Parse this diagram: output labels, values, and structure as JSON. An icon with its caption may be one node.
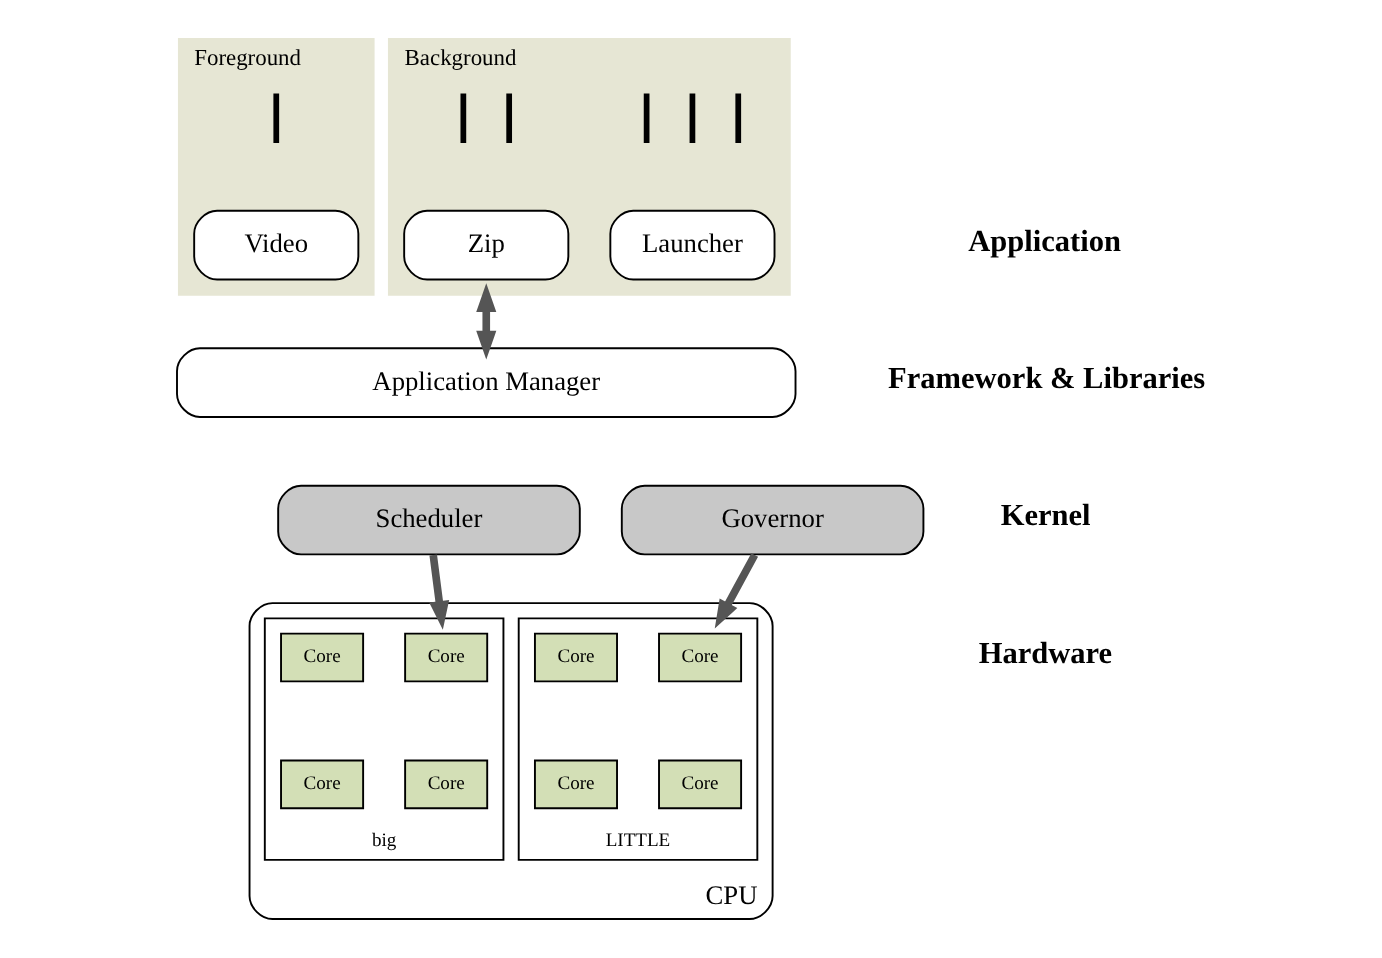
{
  "diagram": {
    "nodes": [
      {
        "text": [
          "Foreground"
        ]
      },
      {
        "text": [],
        "shape": "squiggle",
        "in": 0
      },
      {
        "text": [
          "Video"
        ],
        "in": 0
      },
      {
        "text": [
          "Background"
        ]
      },
      {
        "text": [],
        "shape": "squiggle",
        "in": 3
      },
      {
        "text": [],
        "shape": "squiggle",
        "in": 3
      },
      {
        "text": [],
        "shape": "squiggle",
        "in": 3
      },
      {
        "text": [],
        "shape": "squiggle",
        "in": 3
      },
      {
        "text": [],
        "shape": "squiggle",
        "in": 3
      },
      {
        "text": [
          "Zip"
        ],
        "in": 3
      },
      {
        "text": [
          "Launcher"
        ],
        "in": 3
      },
      {
        "text": [
          "Application Manager"
        ]
      },
      {
        "text": [
          "Scheduler"
        ]
      },
      {
        "text": [
          "Governor"
        ]
      },
      {
        "text": [
          "CPU"
        ]
      },
      {
        "text": [
          "big"
        ],
        "in": 14
      },
      {
        "text": [
          "Core"
        ],
        "in": 15
      },
      {
        "text": [
          "Core"
        ],
        "in": 15
      },
      {
        "text": [
          "Core"
        ],
        "in": 15
      },
      {
        "text": [
          "Core"
        ],
        "in": 15
      },
      {
        "text": [
          "LITTLE"
        ],
        "in": 14
      },
      {
        "text": [
          "Core"
        ],
        "in": 20
      },
      {
        "text": [
          "Core"
        ],
        "in": 20
      },
      {
        "text": [
          "Core"
        ],
        "in": 20
      },
      {
        "text": [
          "Core"
        ],
        "in": 20
      }
    ],
    "edges": [
      {
        "from": 3,
        "to": 11,
        "arrow": "both"
      },
      {
        "from": 12,
        "to": 15,
        "arrow": "to"
      },
      {
        "from": 13,
        "to": 20,
        "arrow": "to"
      }
    ],
    "labels": [
      "Application",
      "Framework & Libraries",
      "Kernel",
      "Hardware"
    ]
  }
}
